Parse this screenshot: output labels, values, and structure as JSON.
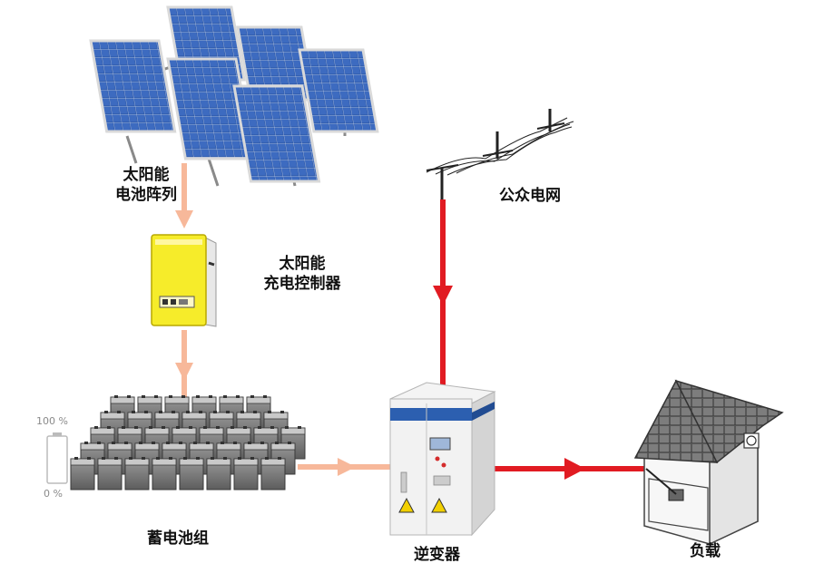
{
  "colors": {
    "dc_flow": "#f7b89a",
    "ac_flow": "#e11b22",
    "controller_yellow": "#f6ec2a",
    "panel_blue": "#2f5aa8",
    "inverter_stripe": "#2c5fb0"
  },
  "labels": {
    "solar_array": [
      "太阳能",
      "电池阵列"
    ],
    "charge_controller": [
      "太阳能",
      "充电控制器"
    ],
    "grid": "公众电网",
    "battery_bank": "蓄电池组",
    "inverter": "逆变器",
    "load": "负载"
  },
  "battery_gauge": {
    "top_label": "100 %",
    "bottom_label": "0 %"
  },
  "icons": [
    "solar-panel-icon",
    "charge-controller-icon",
    "power-line-icon",
    "battery-icon",
    "inverter-icon",
    "house-icon"
  ]
}
